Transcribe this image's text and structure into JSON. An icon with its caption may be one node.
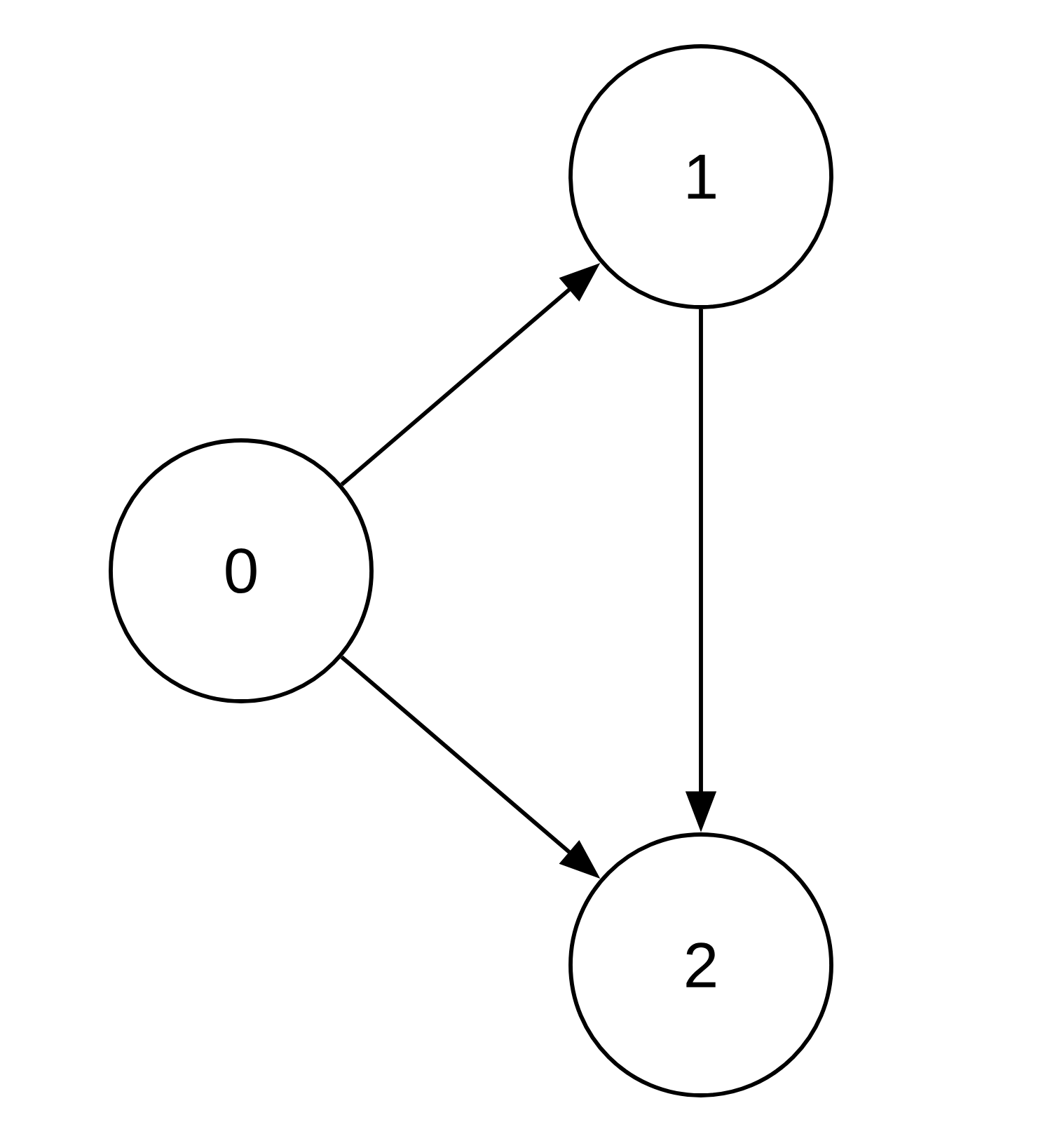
{
  "diagram": {
    "nodes": [
      {
        "text": [
          "0"
        ]
      },
      {
        "text": [
          "1"
        ]
      },
      {
        "text": [
          "2"
        ]
      }
    ],
    "edges": [
      {
        "from": 0,
        "to": 1,
        "arrow": "to"
      },
      {
        "from": 1,
        "to": 2,
        "arrow": "to"
      },
      {
        "from": 0,
        "to": 2,
        "arrow": "to"
      }
    ]
  }
}
